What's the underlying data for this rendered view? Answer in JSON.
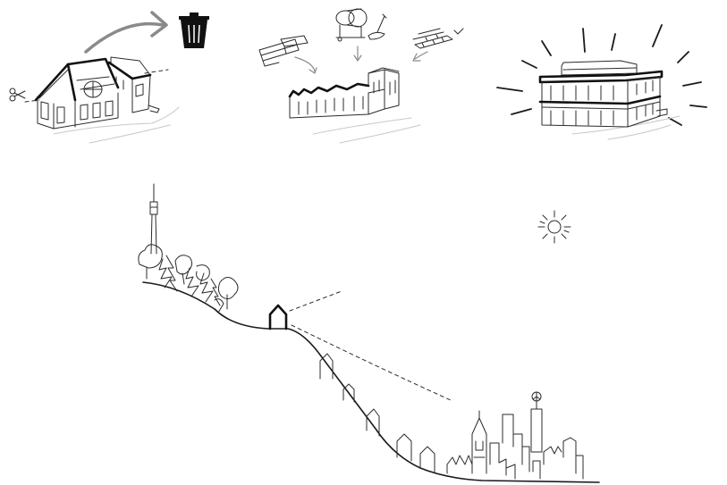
{
  "panels": [
    {
      "id": "demolition",
      "icons": [
        "house-icon",
        "scissors-icon",
        "arrow-icon",
        "trash-can-icon"
      ]
    },
    {
      "id": "construction",
      "icons": [
        "timber-icon",
        "cement-mixer-icon",
        "shovel-icon",
        "bricks-icon",
        "building-under-construction-icon"
      ]
    },
    {
      "id": "completed",
      "icons": [
        "modern-building-icon",
        "radiance-rays-icon"
      ]
    }
  ],
  "landscape": {
    "icons": [
      "sun-icon",
      "tv-tower-icon",
      "forest-icon",
      "hilltop-house-icon",
      "slope-houses-icon",
      "city-skyline-icon",
      "church-icon",
      "tower-with-star-icon",
      "sight-lines-icon"
    ]
  },
  "colors": {
    "ink": "#1a1a1a",
    "arrow": "#8a8a8a",
    "ground": "#c8c8c8",
    "background": "#ffffff"
  }
}
